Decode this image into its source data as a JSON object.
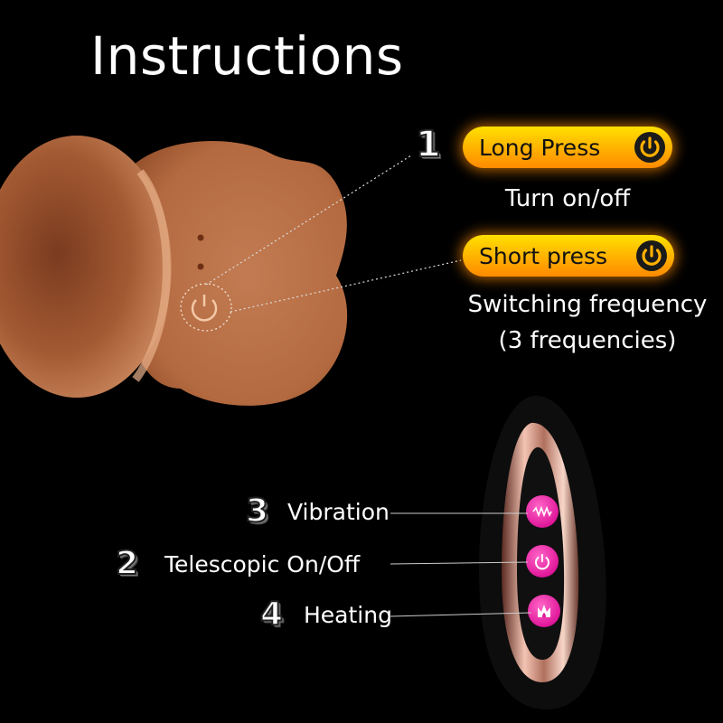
{
  "title": "Instructions",
  "steps": [
    {
      "number": "1",
      "button_label": "Long Press",
      "caption_lines": [
        "Turn on/off"
      ],
      "icon": "power-icon"
    },
    {
      "number": null,
      "button_label": "Short press",
      "caption_lines": [
        "Switching frequency",
        "(3 frequencies)"
      ],
      "icon": "power-icon"
    }
  ],
  "remote": [
    {
      "number": "3",
      "label": "Vibration",
      "icon": "wave-icon"
    },
    {
      "number": "2",
      "label": "Telescopic On/Off",
      "icon": "power-icon"
    },
    {
      "number": "4",
      "label": "Heating",
      "icon": "flame-icon"
    }
  ],
  "colors": {
    "background": "#000000",
    "pill": "#ffb000",
    "button_magenta": "#e0189a",
    "product": "#b8683f"
  }
}
